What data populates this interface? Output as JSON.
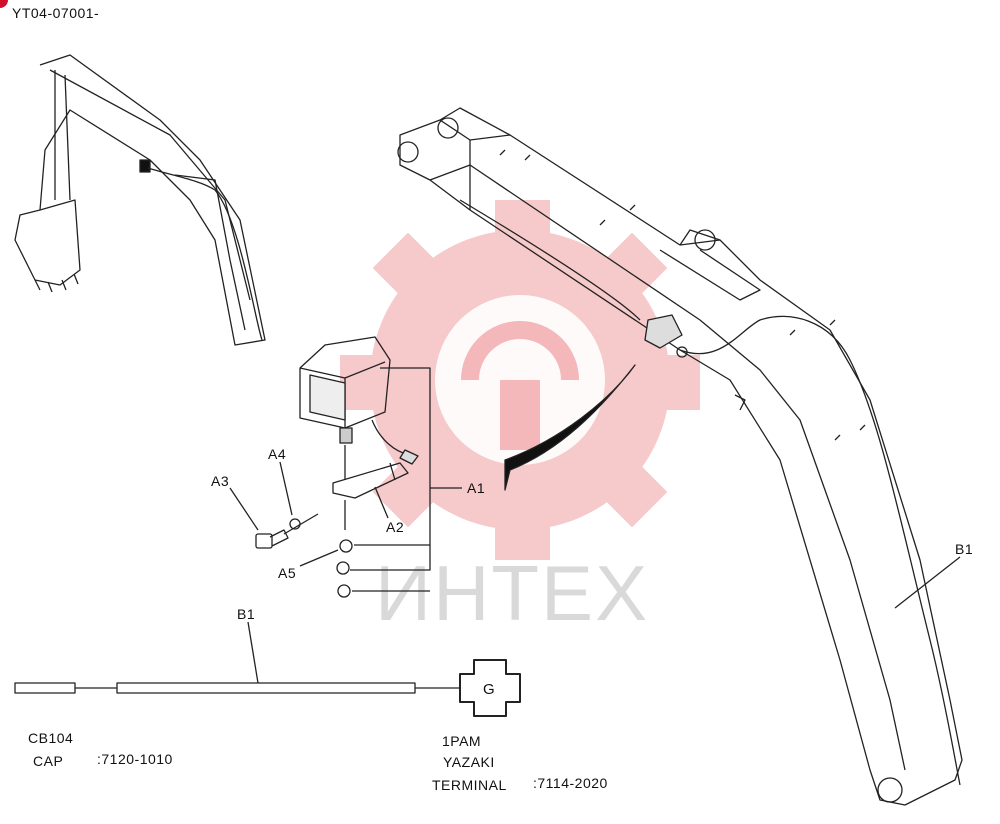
{
  "doc": {
    "code": "YT04-07001-"
  },
  "watermark": {
    "text": "ИНТЕХ",
    "color": "#f4b7ba"
  },
  "callouts": {
    "a1": "A1",
    "a2": "A2",
    "a3": "A3",
    "a4": "A4",
    "a5": "A5",
    "b1_top": "B1",
    "b1_right": "B1"
  },
  "connector": {
    "letter": "G"
  },
  "notes": {
    "cb104": "CB104",
    "cap_label": "CAP",
    "cap_code": ":7120-1010",
    "pam": "1PAM",
    "yazaki": "YAZAKI",
    "terminal_label": "TERMINAL",
    "terminal_code": ":7114-2020"
  }
}
